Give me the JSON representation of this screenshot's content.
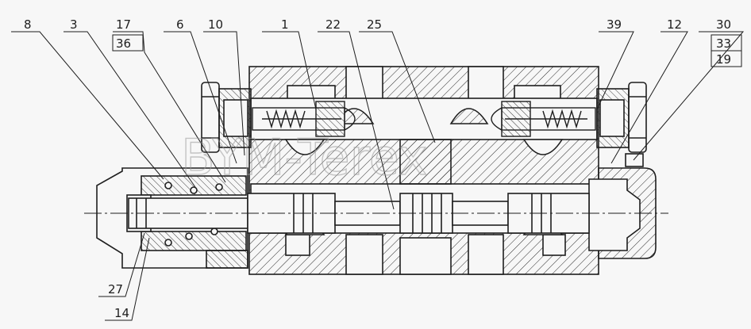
{
  "colors": {
    "line": "#1e1e1e",
    "paper": "#f7f7f7",
    "hatch": "#2a2a2a",
    "watermark": "#9a9a9a"
  },
  "watermark": "BYM-Terex",
  "callouts": {
    "c8": "8",
    "c3": "3",
    "c17": "17",
    "c36": "36",
    "c6": "6",
    "c10": "10",
    "c1": "1",
    "c22": "22",
    "c25": "25",
    "c39": "39",
    "c12": "12",
    "c30": "30",
    "c33": "33",
    "c19": "19",
    "c27": "27",
    "c14": "14"
  }
}
